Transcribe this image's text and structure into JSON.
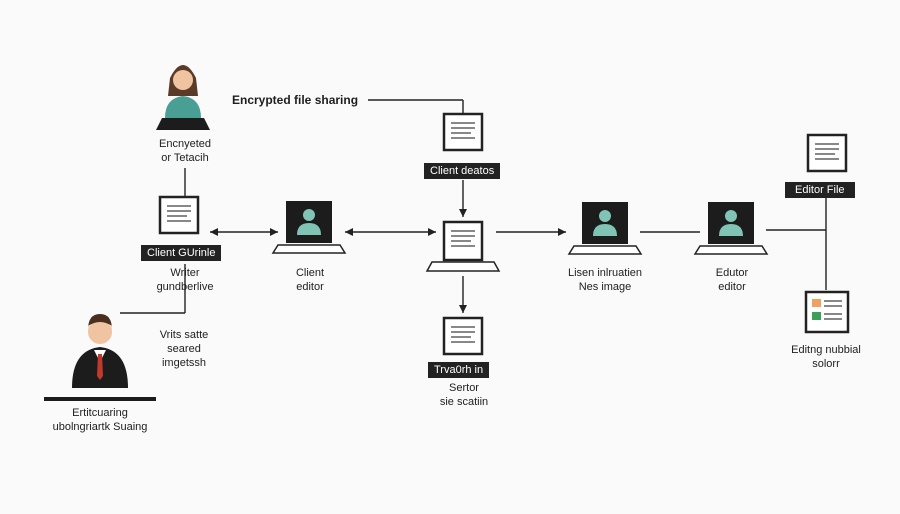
{
  "title": "Encrypted file sharing",
  "nodes": {
    "top_person_label": [
      "Encnyeted",
      "or Tetacih"
    ],
    "left_doc_tag": "Client GUrinle",
    "left_doc_label": [
      "Writer",
      "gundberlive"
    ],
    "left_client_label": [
      "Client",
      "editor"
    ],
    "center_top_tag": "Client deatos",
    "right_client_label": [
      "Lisen inlruatien",
      "Nes image"
    ],
    "editor_client_label": [
      "Edutor",
      "editor"
    ],
    "editor_file_tag": "Editor File",
    "editing_doc_label": [
      "Editng nubbial",
      "solorr"
    ],
    "bottom_doc_tag": "Trva0rh in",
    "bottom_doc_label": [
      "Sertor",
      "sie scatiin"
    ],
    "mid_note": [
      "Vrits satte",
      "seared",
      "imgetssh"
    ],
    "bottom_person_label": [
      "Ertitcuaring",
      "ubolngriartk Suaing"
    ]
  },
  "colors": {
    "line": "#222222",
    "screen": "#1c1c1c",
    "avatar": "#7fc4b5",
    "person_shirt": "#4a9f95",
    "skin": "#f0c4a0",
    "accent_orange": "#f0a060",
    "accent_green": "#3aa05a"
  }
}
